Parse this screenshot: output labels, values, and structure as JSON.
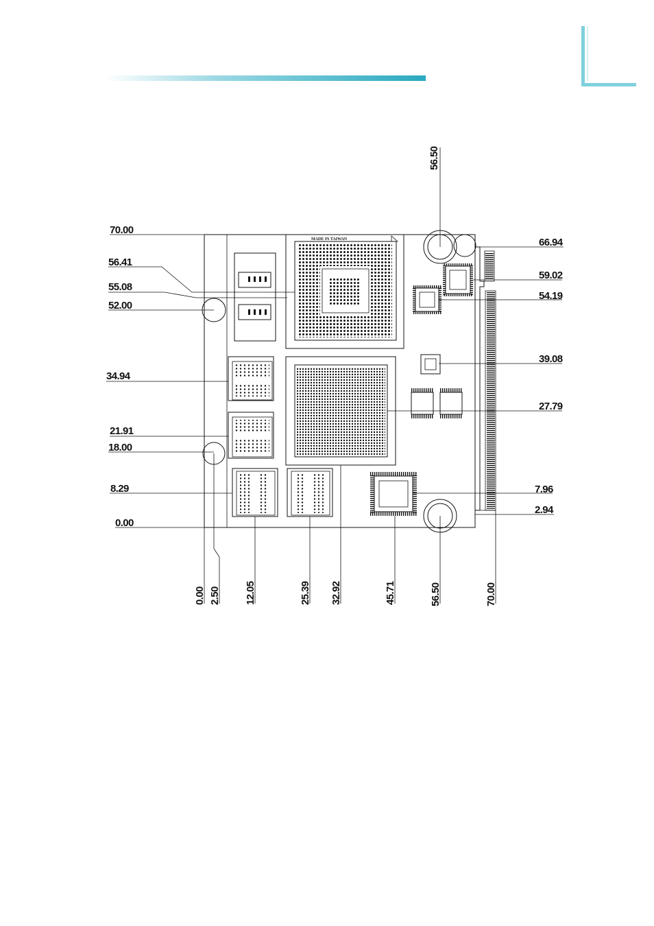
{
  "header": {
    "accent_color": "#3bb3c8",
    "corner_color": "#7fd0dc"
  },
  "board": {
    "marking": "MADE IN TAIWAN"
  },
  "dimensions": {
    "left": [
      "70.00",
      "56.41",
      "55.08",
      "52.00",
      "34.94",
      "21.91",
      "18.00",
      "8.29",
      "0.00"
    ],
    "right": [
      "66.94",
      "59.02",
      "54.19",
      "39.08",
      "27.79",
      "7.96",
      "2.94"
    ],
    "top": [
      "56.50"
    ],
    "bottom": [
      "0.00",
      "2.50",
      "12.05",
      "25.39",
      "32.92",
      "45.71",
      "56.50",
      "70.00"
    ]
  }
}
